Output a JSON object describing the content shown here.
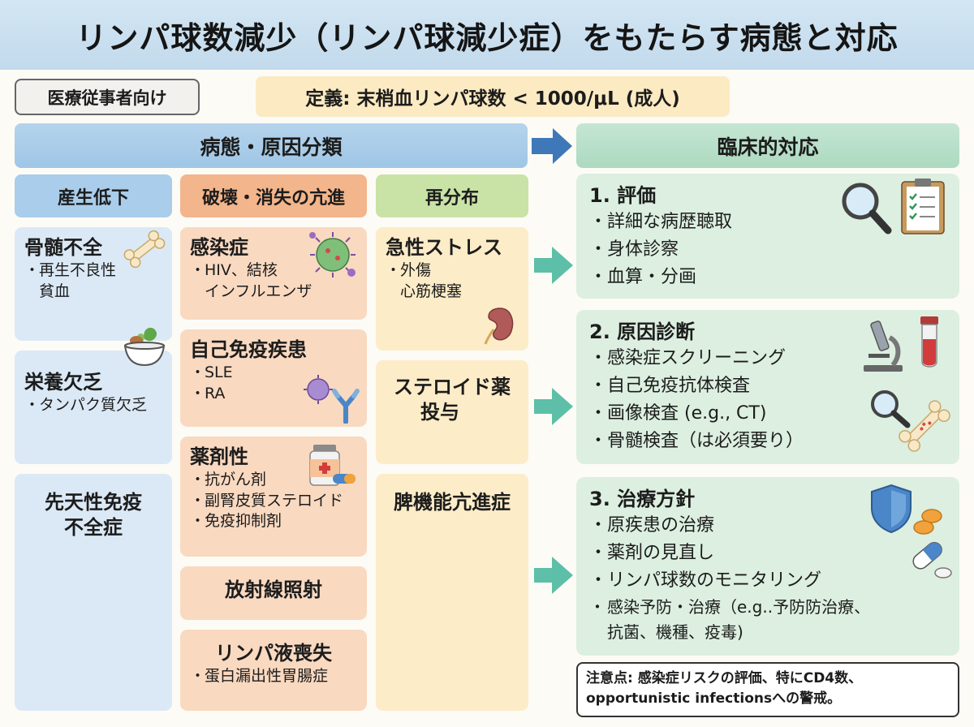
{
  "title": "リンパ球数減少（リンパ球減少症）をもたらす病態と対応",
  "audience_badge": "医療従事者向け",
  "definition": "定義: 末梢血リンパ球数 < 1000/μL (成人)",
  "left_header": "病態・原因分類",
  "right_header": "臨床的対応",
  "columns": [
    {
      "header": "産生低下",
      "color": "#a9cdea"
    },
    {
      "header": "破壊・消失の亢進",
      "color": "#f3b58b"
    },
    {
      "header": "再分布",
      "color": "#c9e2a6"
    }
  ],
  "production": [
    {
      "title": "骨髄不全",
      "items": [
        "再生不良性",
        "貧血"
      ]
    },
    {
      "title": "栄養欠乏",
      "items": [
        "タンパク質欠乏"
      ]
    },
    {
      "title_lines": [
        "先天性免疫",
        "不全症"
      ]
    }
  ],
  "destruction": [
    {
      "title": "感染症",
      "items": [
        "HIV、結核",
        "インフルエンザ"
      ]
    },
    {
      "title": "自己免疫疾患",
      "items": [
        "SLE",
        "RA"
      ]
    },
    {
      "title": "薬剤性",
      "items": [
        "抗がん剤",
        "副腎皮質ステロイド",
        "免疫抑制剤"
      ]
    },
    {
      "title": "放射線照射"
    },
    {
      "title": "リンパ液喪失",
      "items": [
        "蛋白漏出性胃腸症"
      ]
    }
  ],
  "redistribution": [
    {
      "title": "急性ストレス",
      "items": [
        "外傷",
        "心筋梗塞"
      ]
    },
    {
      "title_lines": [
        "ステロイド薬",
        "投与"
      ]
    },
    {
      "title": "脾機能亢進症"
    }
  ],
  "responses": [
    {
      "title": "1. 評価",
      "items": [
        "詳細な病歴聴取",
        "身体診察",
        "血算・分画"
      ]
    },
    {
      "title": "2. 原因診断",
      "items": [
        "感染症スクリーニング",
        "自己免疫抗体検査",
        "画像検査 (e.g., CT)",
        "骨髄検査（は必須要り）"
      ]
    },
    {
      "title": "3. 治療方針",
      "items": [
        "原疾患の治療",
        "薬剤の見直し",
        "リンパ球数のモニタリング",
        "感染予防・治療（e.g..予防防治療、"
      ],
      "continuation": "抗菌、機種、疫毒)"
    }
  ],
  "caution": [
    "注意点: 感染症リスクの評価、特にCD4数、",
    "opportunistic infectionsへの警戒。"
  ],
  "bullet": "・",
  "colors": {
    "title_bg": "#c2daec",
    "blue_card": "#dbe9f6",
    "orange_card": "#f9d9c0",
    "yellow_card": "#fcecc8",
    "green_card": "#dcefe0",
    "arrow_blue": "#3f78b8",
    "arrow_teal": "#5dbfa8"
  }
}
